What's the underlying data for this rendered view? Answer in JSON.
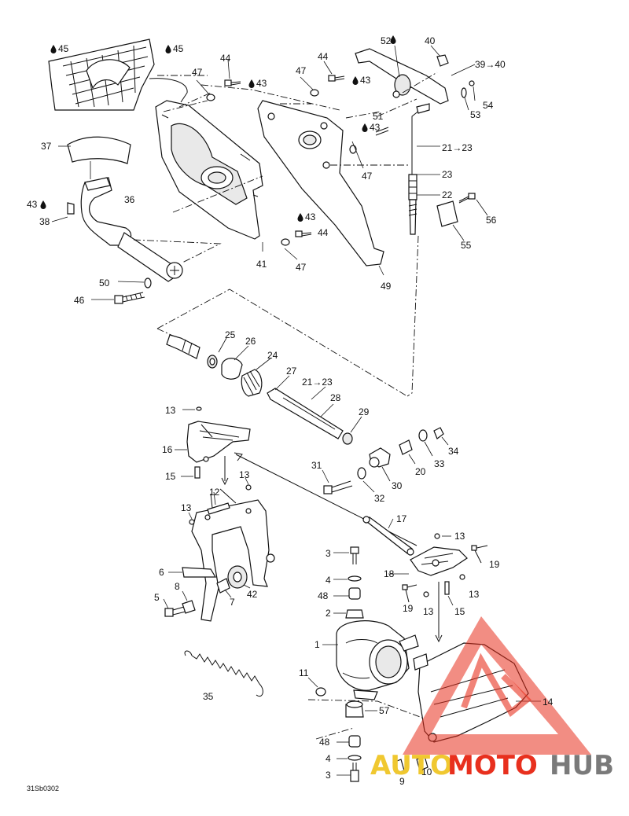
{
  "drawing_code": "31Sb0302",
  "callouts": {
    "c45a": "45",
    "c45b": "45",
    "c44a": "44",
    "c47a": "47",
    "c43a": "43",
    "c44b": "44",
    "c47b": "47",
    "c43b": "43",
    "c52": "52",
    "c40": "40",
    "c39_40": "39→40",
    "c54": "54",
    "c53": "53",
    "c37": "37",
    "c43c": "43",
    "c51": "51",
    "c21_23a": "21→23",
    "c47c": "47",
    "c23": "23",
    "c22": "22",
    "c43d": "43",
    "c38": "38",
    "c36": "36",
    "c43e": "43",
    "c44c": "44",
    "c56": "56",
    "c55": "55",
    "c47d": "47",
    "c41": "41",
    "c49": "49",
    "c50": "50",
    "c46": "46",
    "c25": "25",
    "c26": "26",
    "c24": "24",
    "c27": "27",
    "c21_23b": "21→23",
    "c28": "28",
    "c13a": "13",
    "c29": "29",
    "c16": "16",
    "c34": "34",
    "c33": "33",
    "c20": "20",
    "c31": "31",
    "c15a": "15",
    "c30": "30",
    "c32": "32",
    "c13b": "13",
    "c12": "12",
    "c13c": "13",
    "c17": "17",
    "c13d": "13",
    "c19a": "19",
    "c3a": "3",
    "c18": "18",
    "c6": "6",
    "c4a": "4",
    "c13e": "13",
    "c8": "8",
    "c48a": "48",
    "c19b": "19",
    "c13f": "13",
    "c15b": "15",
    "c5": "5",
    "c7": "7",
    "c42": "42",
    "c2": "2",
    "c1": "1",
    "c11": "11",
    "c14": "14",
    "c35": "35",
    "c57": "57",
    "c48b": "48",
    "c4b": "4",
    "c3b": "3",
    "c9": "9",
    "c10": "10"
  },
  "watermark": {
    "part1": "AUTO",
    "part2": "MOTO",
    "part3": "HUB",
    "color_auto": "#f0c830",
    "color_moto": "#e8301e",
    "color_hub": "#7a7a7a",
    "triangle_color": "#e8301e"
  },
  "icons": {
    "drop": "oil-drop-icon"
  }
}
